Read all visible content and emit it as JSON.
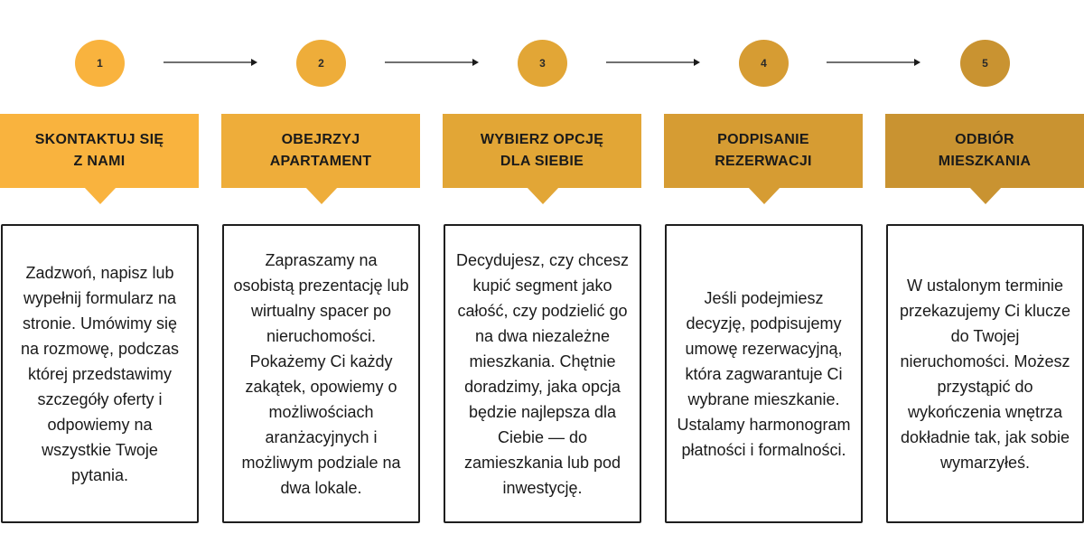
{
  "steps": [
    {
      "number": "1",
      "title": "SKONTAKTUJ SIĘ\nZ NAMI",
      "text": "Zadzwoń, napisz lub wypełnij formularz na stronie. Umówimy się na rozmowę, podczas której przedstawimy szczegóły oferty i odpowiemy na wszystkie Twoje pytania.",
      "color": "#f9b33e"
    },
    {
      "number": "2",
      "title": "OBEJRZYJ\nAPARTAMENT",
      "text": "Zapraszamy na osobistą prezentację lub wirtualny spacer po nieruchomości. Pokażemy Ci każdy zakątek, opowiemy o możliwościach aranżacyjnych i możliwym podziale na dwa lokale.",
      "color": "#eead3a"
    },
    {
      "number": "3",
      "title": "WYBIERZ OPCJĘ\nDLA SIEBIE",
      "text": "Decydujesz, czy chcesz kupić segment jako całość, czy podzielić go na dwa niezależne mieszkania. Chętnie doradzimy, jaka opcja będzie najlepsza dla Ciebie — do zamieszkania lub pod inwestycję.",
      "color": "#e2a636"
    },
    {
      "number": "4",
      "title": "PODPISANIE\nREZERWACJI",
      "text": "Jeśli podejmiesz decyzję, podpisujemy umowę rezerwacyjną, która zagwarantuje Ci wybrane mieszkanie. Ustalamy harmonogram płatności i formalności.",
      "color": "#d69c33"
    },
    {
      "number": "5",
      "title": "ODBIÓR\nMIESZKANIA",
      "text": "W ustalonym terminie przekazujemy Ci klucze do Twojej nieruchomości. Możesz przystąpić do wykończenia wnętrza dokładnie tak, jak sobie wymarzyłeś.",
      "color": "#c99331"
    }
  ]
}
